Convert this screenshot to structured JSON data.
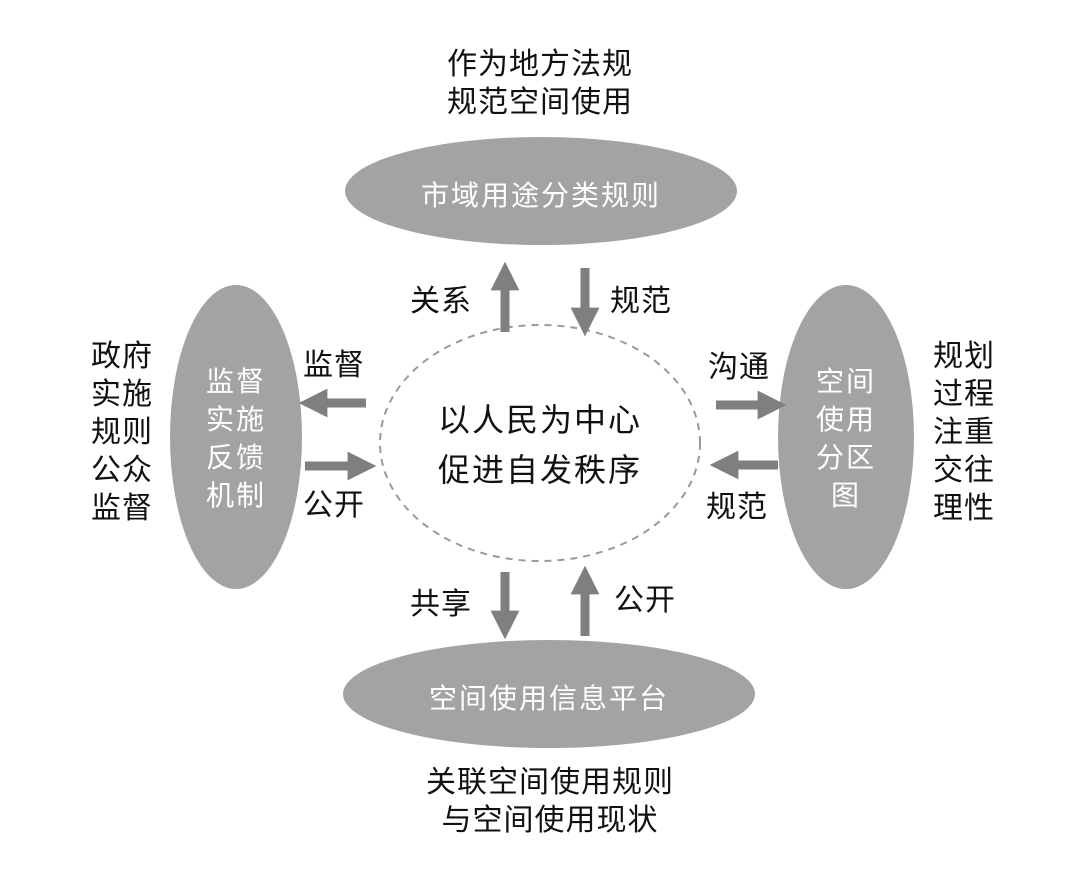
{
  "colors": {
    "ellipse_fill": "#a3a3a3",
    "arrow": "#7f7f7f",
    "center_border": "#9a9a9a",
    "text": "#111111",
    "ellipse_text": "#ffffff"
  },
  "center": {
    "line1": "以人民为中心",
    "line2": "促进自发秩序"
  },
  "top": {
    "ellipse_label": "市域用途分类规则",
    "note_line1": "作为地方法规",
    "note_line2": "规范空间使用",
    "arrow_up_label": "关系",
    "arrow_down_label": "规范"
  },
  "bottom": {
    "ellipse_label": "空间使用信息平台",
    "note_line1": "关联空间使用规则",
    "note_line2": "与空间使用现状",
    "arrow_down_label": "共享",
    "arrow_up_label": "公开"
  },
  "left": {
    "ellipse_lines": [
      "监督",
      "实施",
      "反馈",
      "机制"
    ],
    "note_lines": [
      "政府",
      "实施",
      "规则",
      "公众",
      "监督"
    ],
    "arrow_left_label": "监督",
    "arrow_right_label": "公开"
  },
  "right": {
    "ellipse_lines": [
      "空间",
      "使用",
      "分区",
      "图"
    ],
    "note_lines": [
      "规划",
      "过程",
      "注重",
      "交往",
      "理性"
    ],
    "arrow_right_label": "沟通",
    "arrow_left_label": "规范"
  }
}
